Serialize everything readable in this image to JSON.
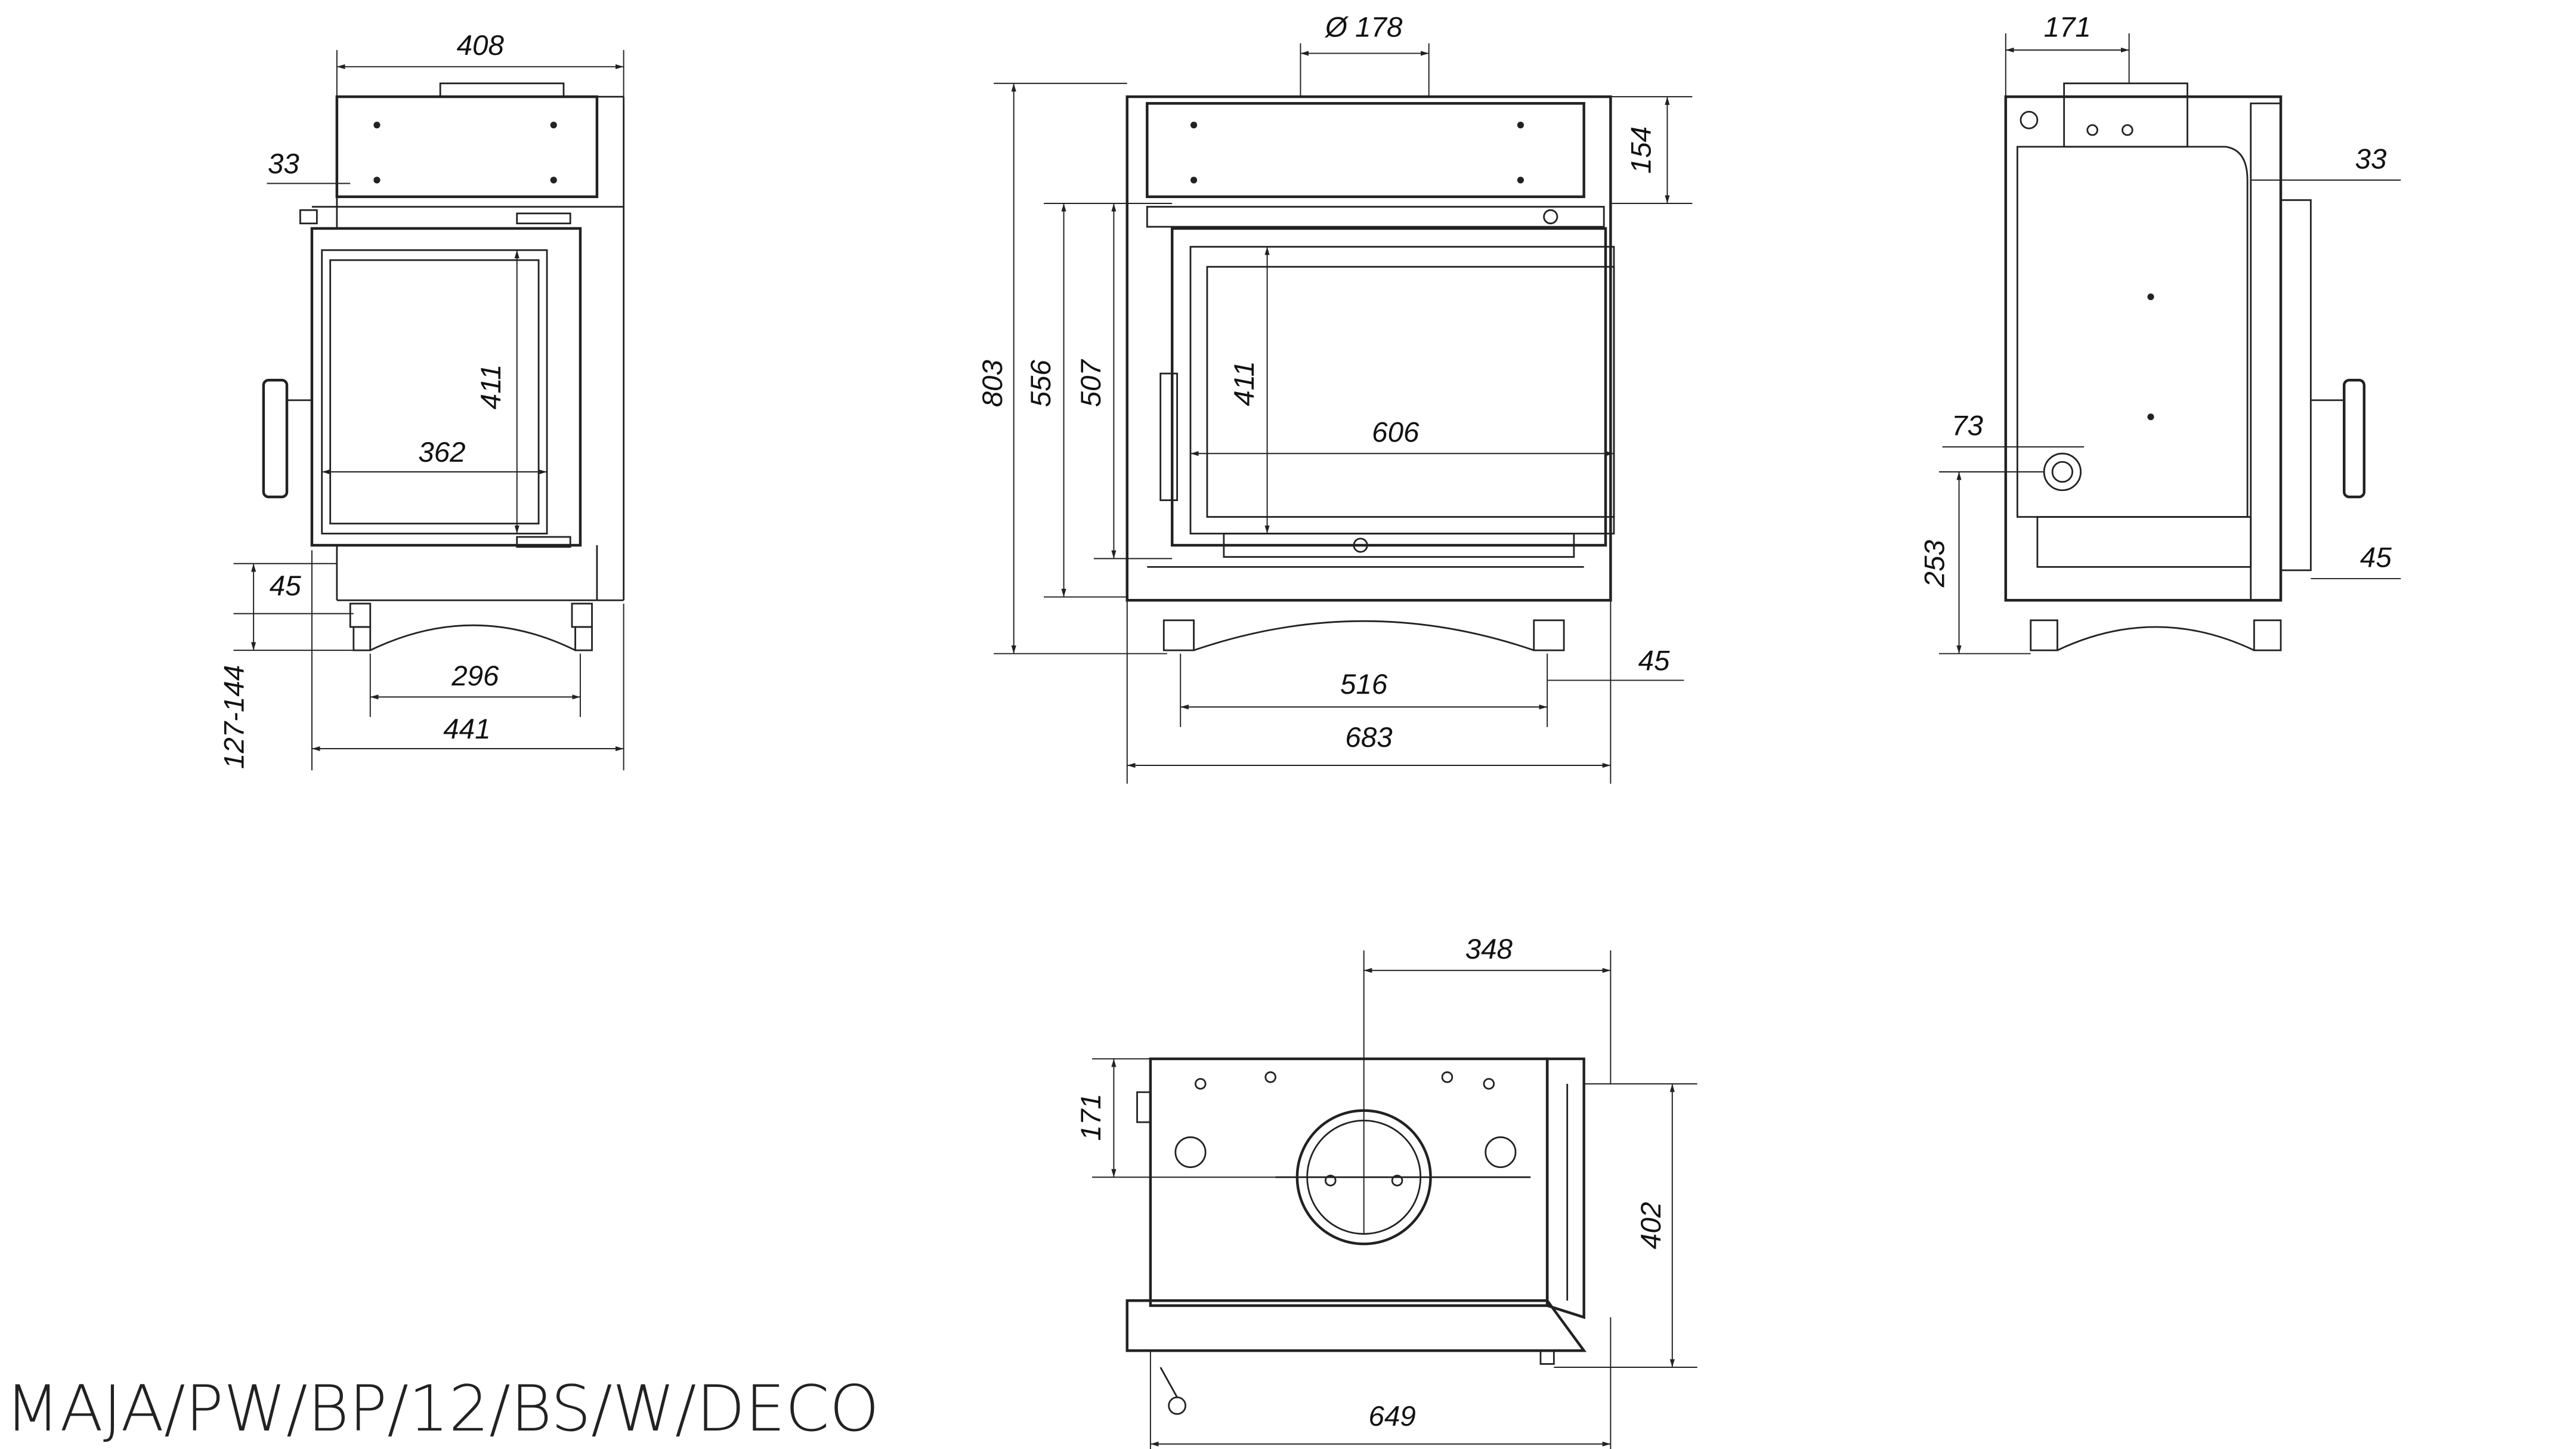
{
  "title": "MAJA/PW/BP/12/BS/W/DECO",
  "side_view": {
    "width_top": "408",
    "offset_top": "33",
    "glass_height": "411",
    "glass_width": "362",
    "bottom_offset": "45",
    "leg_spacing": "296",
    "total_depth": "441",
    "leg_height": "127-144"
  },
  "front_view": {
    "flue_diameter": "Ø 178",
    "top_height": "154",
    "total_height": "803",
    "door_height_outer": "556",
    "door_height_inner": "507",
    "glass_height": "411",
    "glass_width": "606",
    "leg_spacing": "516",
    "side_offset": "45",
    "total_width": "683"
  },
  "rear_side_view": {
    "flue_offset": "171",
    "top_offset": "33",
    "air_inlet_diameter": "73",
    "air_inlet_height": "253",
    "bottom_offset": "45"
  },
  "top_view": {
    "flue_offset_x": "348",
    "flue_offset_y": "171",
    "depth": "402",
    "width": "649"
  }
}
